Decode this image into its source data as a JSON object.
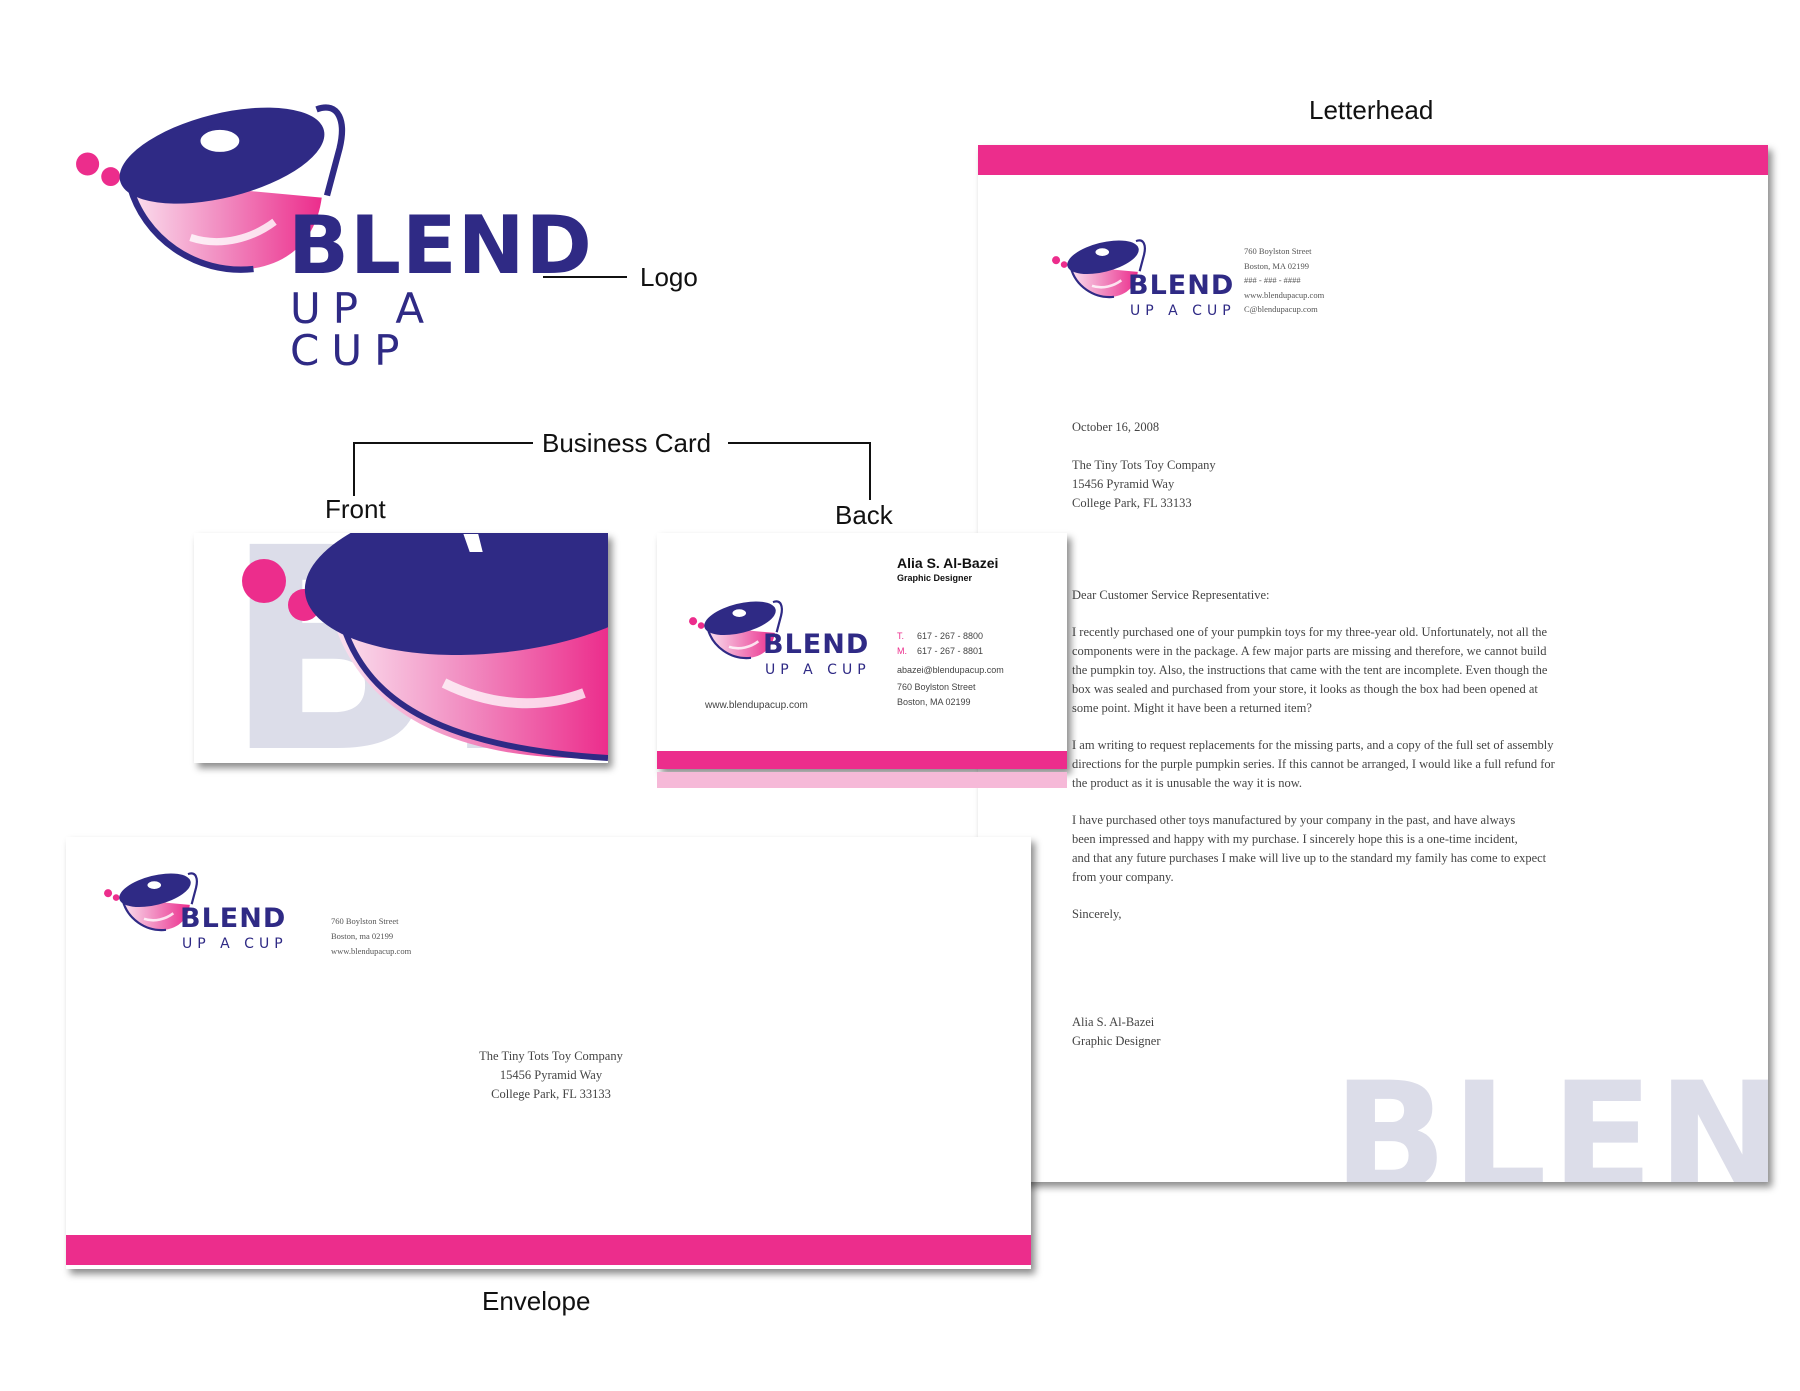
{
  "brand": {
    "word": "BLEND",
    "tagline": "UP A CUP",
    "pink": "#ec2d8c",
    "navy": "#2f2a85",
    "ghost": "#dcdde9"
  },
  "callouts": {
    "logo": "Logo",
    "letterhead": "Letterhead",
    "business_card": "Business Card",
    "front": "Front",
    "back": "Back",
    "envelope": "Envelope"
  },
  "contact": {
    "street": "760 Boylston Street",
    "city": "Boston, MA 02199",
    "city_env": "Boston, ma 02199",
    "phone_blank": "### - ### - ####",
    "web": "www.blendupacup.com",
    "email": "C@blendupacup.com"
  },
  "card": {
    "name": "Alia S. Al-Bazei",
    "title": "Graphic Designer",
    "t_label": "T.",
    "t_value": "617 - 267 - 8800",
    "m_label": "M.",
    "m_value": "617 - 267 - 8801",
    "email": "abazei@blendupacup.com",
    "street": "760 Boylston Street",
    "city": "Boston, MA 02199",
    "web": "www.blendupacup.com"
  },
  "letter": {
    "date": "October 16, 2008",
    "recipient": [
      "The Tiny Tots Toy Company",
      "15456 Pyramid Way",
      "College Park, FL 33133"
    ],
    "salutation": "Dear Customer Service Representative:",
    "p1": [
      "I recently purchased one of your pumpkin toys for my three-year old. Unfortunately, not all the",
      "components were in the package. A few major parts are missing and therefore, we cannot build",
      "the pumpkin toy. Also, the instructions that came with the tent are incomplete. Even though the",
      "box was sealed and purchased from your store, it looks as though the box had been opened at",
      "some point. Might it have been a returned item?"
    ],
    "p2": [
      "I am writing to request replacements for the missing parts, and a copy of the full set of assembly",
      "directions for the purple pumpkin series. If this cannot be arranged, I would like a full refund for",
      "the product as it is unusable the way it is now."
    ],
    "p3": [
      "I have purchased other toys manufactured by your company in the past, and have always",
      "been impressed and happy with my purchase. I sincerely hope this is a one-time incident,",
      "and that any future purchases I make will live up to the standard my family has come to expect",
      "from your company."
    ],
    "closing": "Sincerely,",
    "signature": [
      "Alia S. Al-Bazei",
      "Graphic Designer"
    ]
  },
  "envelope": {
    "recipient": [
      "The Tiny Tots Toy Company",
      "15456 Pyramid Way",
      "College Park, FL 33133"
    ]
  }
}
